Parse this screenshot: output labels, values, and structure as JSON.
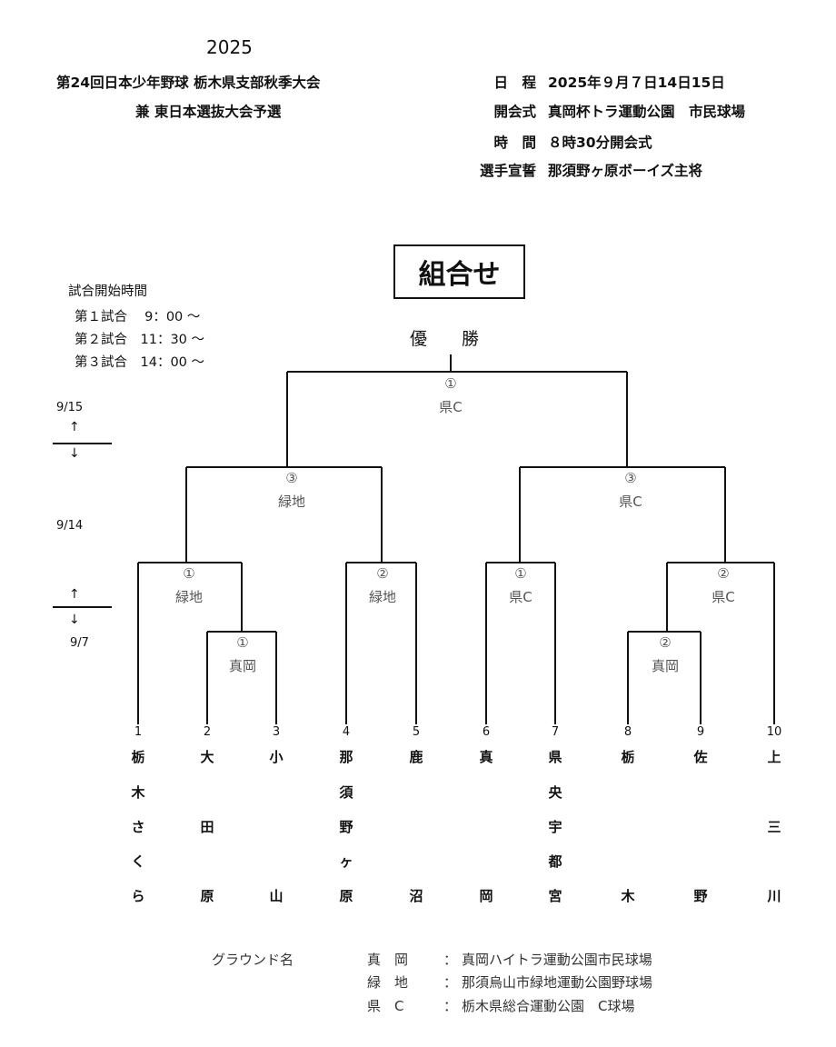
{
  "header": {
    "year": "2025",
    "title_line1": "第24回日本少年野球 栃木県支部秋季大会",
    "title_line2": "兼 東日本選抜大会予選",
    "info": [
      {
        "label": "日　程",
        "value": "2025年９月７日14日15日"
      },
      {
        "label": "開会式",
        "value": "真岡杯トラ運動公園　市民球場"
      },
      {
        "label": "時　間",
        "value": "８時30分開会式"
      },
      {
        "label": "選手宣誓",
        "value": "那須野ヶ原ボーイズ主将"
      }
    ]
  },
  "combination_title": "組合せ",
  "champion_label": "優　　勝",
  "schedule": {
    "heading": "試合開始時間",
    "rows": [
      "第１試合　 9：00 〜",
      "第２試合　11：30 〜",
      "第３試合　14：00 〜"
    ]
  },
  "dates": {
    "d1": "9/15",
    "d2": "9/14",
    "d3": "9/7",
    "up": "↑",
    "down": "↓"
  },
  "bracket_labels": [
    {
      "num": "①",
      "venue": "県C"
    },
    {
      "num": "③",
      "venue": "緑地"
    },
    {
      "num": "③",
      "venue": "県C"
    },
    {
      "num": "①",
      "venue": "緑地"
    },
    {
      "num": "②",
      "venue": "緑地"
    },
    {
      "num": "①",
      "venue": "県C"
    },
    {
      "num": "②",
      "venue": "県C"
    },
    {
      "num": "①",
      "venue": "真岡"
    },
    {
      "num": "②",
      "venue": "真岡"
    }
  ],
  "teams": [
    {
      "num": "1",
      "chars": [
        "栃",
        "木",
        "さ",
        "く",
        "ら"
      ]
    },
    {
      "num": "2",
      "chars": [
        "大",
        "",
        "田",
        "",
        "原"
      ]
    },
    {
      "num": "3",
      "chars": [
        "小",
        "",
        "",
        "",
        "山"
      ]
    },
    {
      "num": "4",
      "chars": [
        "那",
        "須",
        "野",
        "ヶ",
        "原"
      ]
    },
    {
      "num": "5",
      "chars": [
        "鹿",
        "",
        "",
        "",
        "沼"
      ]
    },
    {
      "num": "6",
      "chars": [
        "真",
        "",
        "",
        "",
        "岡"
      ]
    },
    {
      "num": "7",
      "chars": [
        "県",
        "央",
        "宇",
        "都",
        "宮"
      ]
    },
    {
      "num": "8",
      "chars": [
        "栃",
        "",
        "",
        "",
        "木"
      ]
    },
    {
      "num": "9",
      "chars": [
        "佐",
        "",
        "",
        "",
        "野"
      ]
    },
    {
      "num": "10",
      "chars": [
        "上",
        "",
        "三",
        "",
        "川"
      ]
    }
  ],
  "grounds": {
    "heading": "グラウンド名",
    "rows": [
      {
        "name": "真　岡",
        "sep": "：",
        "value": "真岡ハイトラ運動公園市民球場"
      },
      {
        "name": "緑　地",
        "sep": "：",
        "value": "那須烏山市緑地運動公園野球場"
      },
      {
        "name": "県　C",
        "sep": "：",
        "value": "栃木県総合運動公園　C球場"
      }
    ]
  }
}
